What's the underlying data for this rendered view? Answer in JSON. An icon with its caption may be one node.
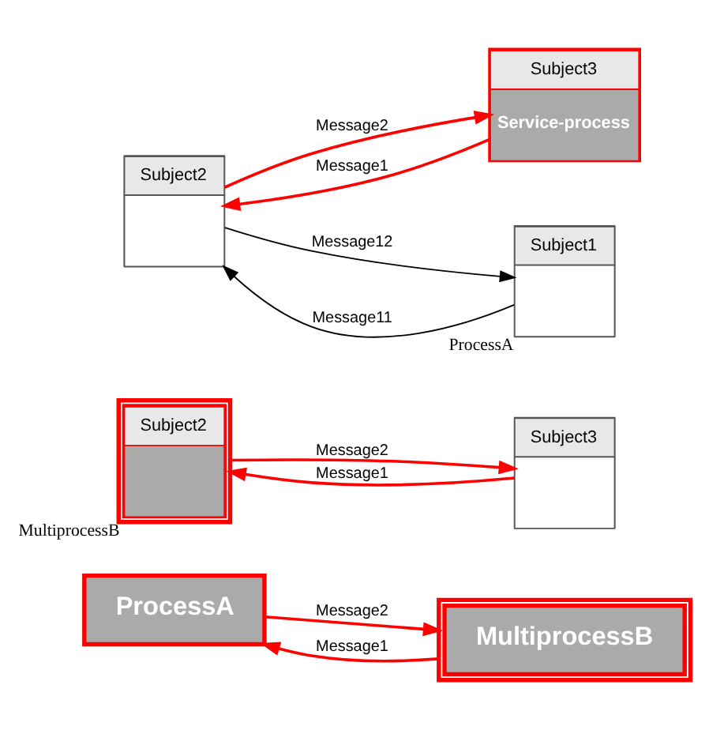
{
  "diagram": {
    "nodes": [
      {
        "text": [
          "ProcessA"
        ]
      },
      {
        "text": [
          "MultiprocessB"
        ]
      },
      {
        "text": [
          "Subject2"
        ],
        "beside": [
          "MultiprocessB"
        ]
      },
      {
        "text": [
          "Subject3"
        ]
      },
      {
        "text": [
          "Subject2"
        ]
      },
      {
        "text": [
          "Subject3",
          "Service-process"
        ]
      },
      {
        "text": [
          "Subject1"
        ],
        "beside": [
          "ProcessA"
        ]
      }
    ],
    "edges": [
      {
        "from": 0,
        "to": 1,
        "arrow": "to",
        "label": "Message2"
      },
      {
        "from": 1,
        "to": 0,
        "arrow": "to",
        "label": "Message1"
      },
      {
        "from": 3,
        "to": 2,
        "arrow": "to",
        "label": "Message1"
      },
      {
        "from": 2,
        "to": 3,
        "arrow": "to",
        "label": "Message2"
      },
      {
        "from": 5,
        "to": 4,
        "arrow": "to",
        "label": "Message1"
      },
      {
        "from": 4,
        "to": 5,
        "arrow": "to",
        "label": "Message2"
      },
      {
        "from": 6,
        "to": 4,
        "arrow": "to",
        "label": "Message11",
        "color": "#000000"
      },
      {
        "from": 4,
        "to": 6,
        "arrow": "to",
        "label": "Message12",
        "color": "#000000"
      }
    ]
  }
}
